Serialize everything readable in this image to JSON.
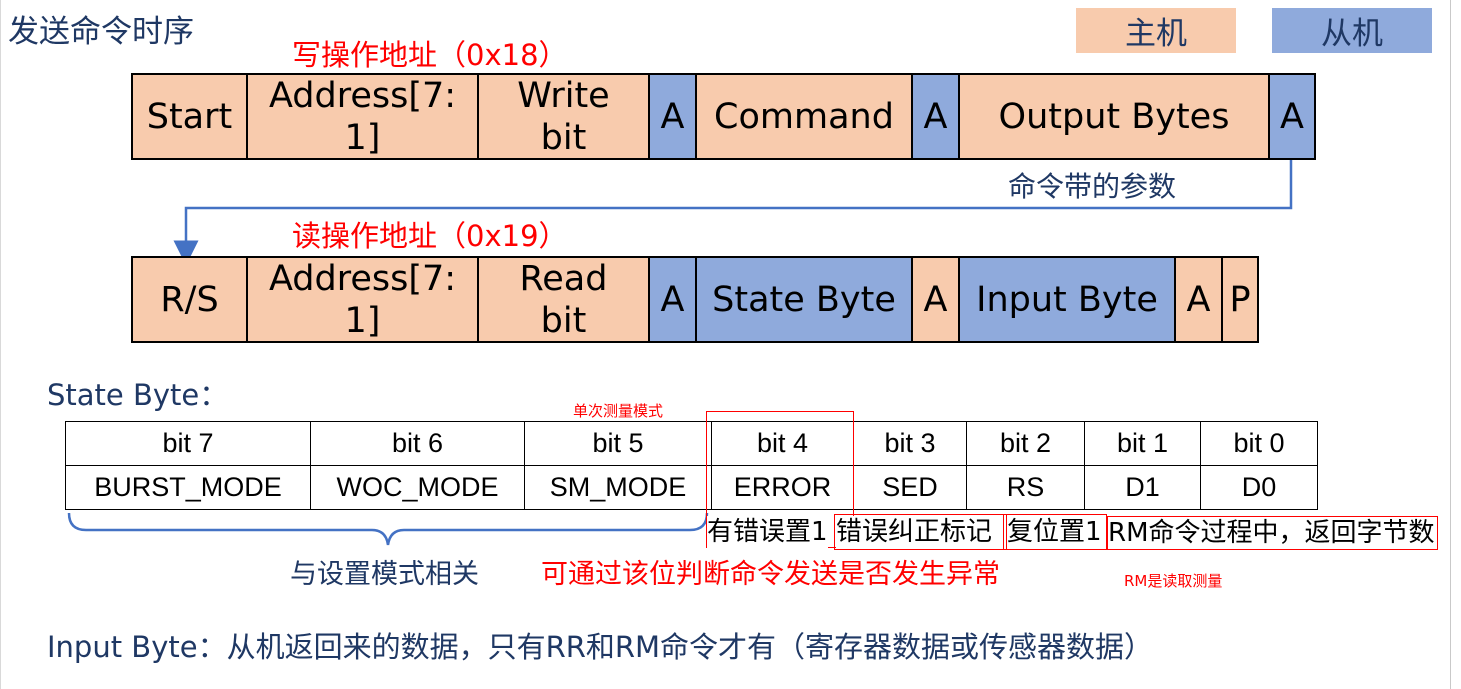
{
  "title": "发送命令时序",
  "legend": {
    "master": "主机",
    "slave": "从机"
  },
  "write_label": "写操作地址（0x18）",
  "read_label": "读操作地址（0x19）",
  "write_frame": [
    {
      "text": "Start",
      "role": "master"
    },
    {
      "text": "Address[7:\n1]",
      "role": "master"
    },
    {
      "text": "Write\nbit",
      "role": "master"
    },
    {
      "text": "A",
      "role": "slave"
    },
    {
      "text": "Command",
      "role": "master"
    },
    {
      "text": "A",
      "role": "slave"
    },
    {
      "text": "Output Bytes",
      "role": "master"
    },
    {
      "text": "A",
      "role": "slave"
    }
  ],
  "read_frame": [
    {
      "text": "R/S",
      "role": "master"
    },
    {
      "text": "Address[7:\n1]",
      "role": "master"
    },
    {
      "text": "Read\nbit",
      "role": "master"
    },
    {
      "text": "A",
      "role": "slave"
    },
    {
      "text": "State Byte",
      "role": "slave"
    },
    {
      "text": "A",
      "role": "master"
    },
    {
      "text": "Input Byte",
      "role": "slave"
    },
    {
      "text": "A",
      "role": "master"
    },
    {
      "text": "P",
      "role": "master"
    }
  ],
  "cmd_param_note": "命令带的参数",
  "state_byte_label": "State Byte：",
  "single_measure_note": "单次测量模式",
  "state_table": {
    "header": [
      "bit 7",
      "bit 6",
      "bit 5",
      "bit 4",
      "bit 3",
      "bit 2",
      "bit 1",
      "bit 0"
    ],
    "row": [
      "BURST_MODE",
      "WOC_MODE",
      "SM_MODE",
      "ERROR",
      "SED",
      "RS",
      "D1",
      "D0"
    ]
  },
  "error_note": "有错误置1",
  "sed_note": "错误纠正标记",
  "rs_note": "复位置1",
  "d_note": "RM命令过程中，返回字节数",
  "mode_brace_note": "与设置模式相关",
  "error_check_note": "可通过该位判断命令发送是否发生异常",
  "rm_note": "RM是读取测量",
  "input_byte_note": "Input Byte：从机返回来的数据，只有RR和RM命令才有（寄存器数据或传感器数据）",
  "colors": {
    "master": "#f8cbad",
    "slave": "#8faadc",
    "text": "#1f3864",
    "accent": "#ff0000",
    "arrow": "#4472c4"
  }
}
